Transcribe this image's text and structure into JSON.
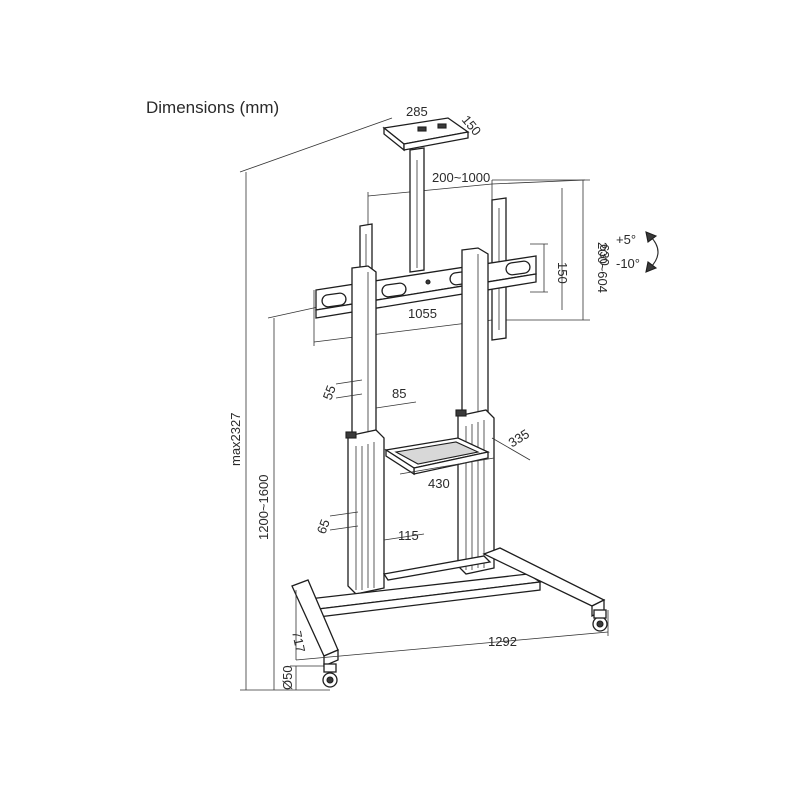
{
  "title": "Dimensions (mm)",
  "dims": {
    "top_plate_width": "285",
    "top_plate_depth": "150",
    "bracket_width_range": "200~1000",
    "bracket_height_range": "200~604",
    "bracket_max_height": "630",
    "hole_spacing": "150",
    "tilt_up": "+5°",
    "tilt_down": "-10°",
    "bracket_total_width": "1055",
    "upper_pole_a": "55",
    "upper_pole_b": "85",
    "shelf_depth": "335",
    "shelf_width": "430",
    "lower_pole_a": "65",
    "lower_pole_b": "115",
    "height_range": "1200~1600",
    "max_height": "max2327",
    "base_depth": "717",
    "caster_diameter": "Ø50",
    "base_width": "1292"
  }
}
